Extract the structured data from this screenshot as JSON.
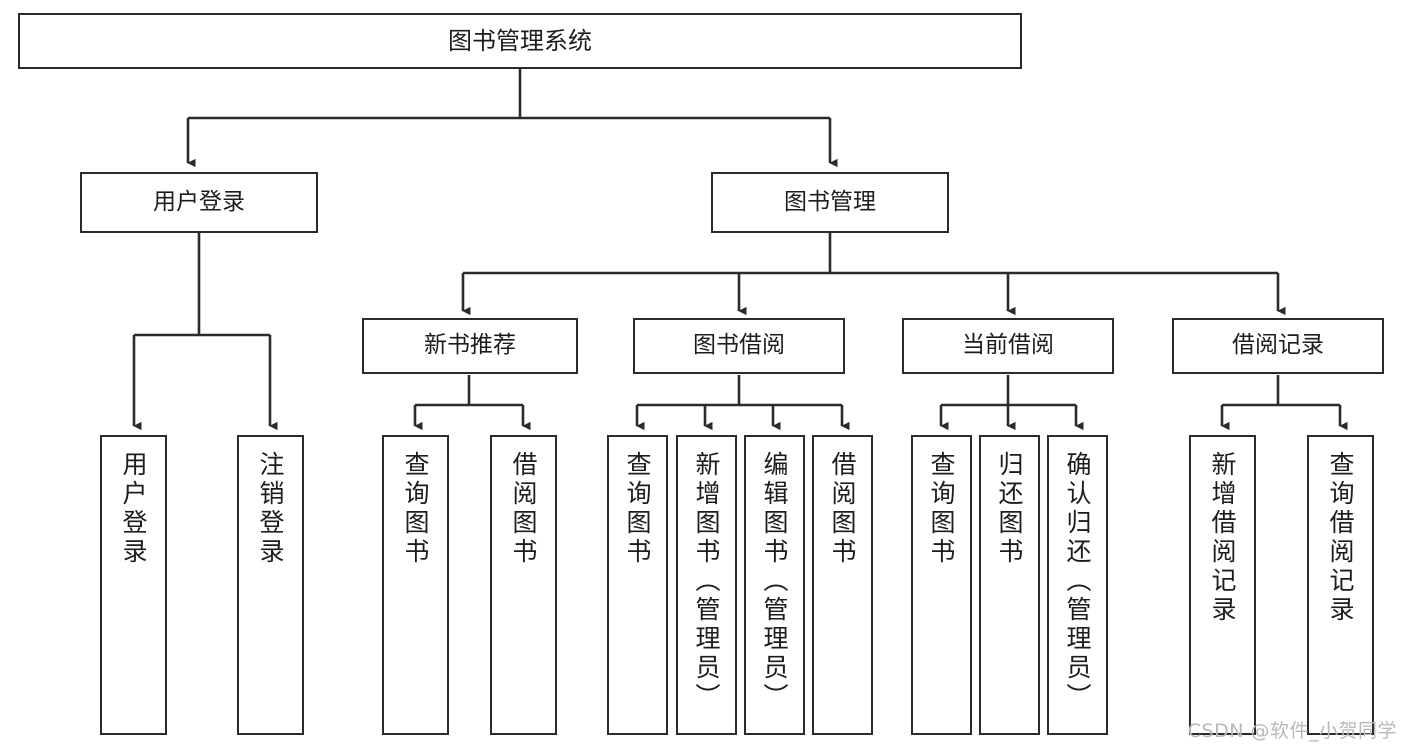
{
  "diagram": {
    "title": "图书管理系统",
    "type": "tree-hierarchy",
    "orientation": "top-down",
    "colors": {
      "background": "#ffffff",
      "node_border": "#2b2b2b",
      "node_fill": "#ffffff",
      "edge": "#2b2b2b",
      "text": "#1d1d1d",
      "watermark": "#b9b9b9"
    },
    "watermark": "CSDN @软件_小贺同学"
  },
  "nodes": {
    "root": {
      "label": "图书管理系统"
    },
    "level1": [
      {
        "id": "user-login",
        "label": "用户登录"
      },
      {
        "id": "book-manage",
        "label": "图书管理"
      }
    ],
    "level2": [
      {
        "id": "new-book-recommend",
        "label": "新书推荐"
      },
      {
        "id": "book-borrow",
        "label": "图书借阅"
      },
      {
        "id": "current-borrow",
        "label": "当前借阅"
      },
      {
        "id": "borrow-record",
        "label": "借阅记录"
      }
    ],
    "leaves": {
      "user_login": [
        {
          "id": "leaf-user-login",
          "label": "用户登录"
        },
        {
          "id": "leaf-logout-login",
          "label": "注销登录"
        }
      ],
      "new_book_recommend": [
        {
          "id": "leaf-query-book-1",
          "label": "查询图书"
        },
        {
          "id": "leaf-borrow-book-1",
          "label": "借阅图书"
        }
      ],
      "book_borrow": [
        {
          "id": "leaf-query-book-2",
          "label": "查询图书"
        },
        {
          "id": "leaf-add-book",
          "label": "新增图书（管理员）"
        },
        {
          "id": "leaf-edit-book",
          "label": "编辑图书（管理员）"
        },
        {
          "id": "leaf-borrow-book-2",
          "label": "借阅图书"
        }
      ],
      "current_borrow": [
        {
          "id": "leaf-query-book-3",
          "label": "查询图书"
        },
        {
          "id": "leaf-return-book",
          "label": "归还图书"
        },
        {
          "id": "leaf-confirm-return",
          "label": "确认归还（管理员）"
        }
      ],
      "borrow_record": [
        {
          "id": "leaf-add-record",
          "label": "新增借阅记录"
        },
        {
          "id": "leaf-query-record",
          "label": "查询借阅记录"
        }
      ]
    }
  }
}
